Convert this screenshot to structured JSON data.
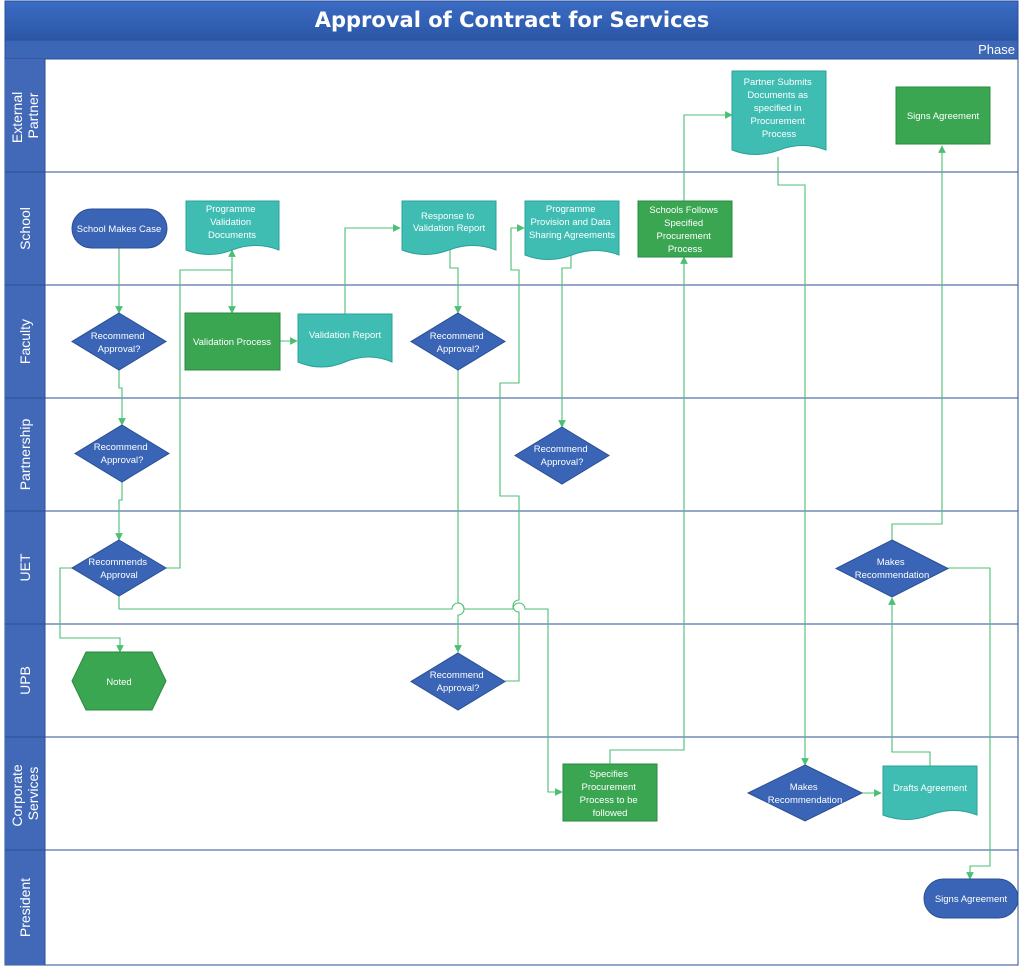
{
  "title": "Approval of Contract for Services",
  "phase_label": "Phase",
  "lanes": [
    {
      "id": "external",
      "label": "External Partner"
    },
    {
      "id": "school",
      "label": "School"
    },
    {
      "id": "faculty",
      "label": "Faculty"
    },
    {
      "id": "partnership",
      "label": "Partnership"
    },
    {
      "id": "uet",
      "label": "UET"
    },
    {
      "id": "upb",
      "label": "UPB"
    },
    {
      "id": "corporate",
      "label": "Corporate Services"
    },
    {
      "id": "president",
      "label": "President"
    }
  ],
  "nodes": [
    {
      "id": "school-makes-case",
      "shape": "terminator",
      "text": "School Makes Case"
    },
    {
      "id": "programme-validation-documents",
      "shape": "document",
      "text": "Programme Validation Documents"
    },
    {
      "id": "validation-process",
      "shape": "process",
      "text": "Validation Process"
    },
    {
      "id": "validation-report",
      "shape": "document",
      "text": "Validation Report"
    },
    {
      "id": "response-to-validation-report",
      "shape": "document",
      "text": "Response to Validation Report"
    },
    {
      "id": "programme-provision-agreements",
      "shape": "document",
      "text": "Programme Provision and Data Sharing Agreements"
    },
    {
      "id": "schools-follows-procurement",
      "shape": "process",
      "text": "Schools Follows Specified Procurement Process"
    },
    {
      "id": "partner-submits-documents",
      "shape": "document",
      "text": "Partner Submits Documents as specified in Procurement Process"
    },
    {
      "id": "partner-signs-agreement",
      "shape": "process",
      "text": "Signs Agreement"
    },
    {
      "id": "faculty-recommend-approval-1",
      "shape": "decision",
      "text": "Recommend Approval?"
    },
    {
      "id": "faculty-recommend-approval-2",
      "shape": "decision",
      "text": "Recommend Approval?"
    },
    {
      "id": "partnership-recommend-approval-1",
      "shape": "decision",
      "text": "Recommend Approval?"
    },
    {
      "id": "partnership-recommend-approval-2",
      "shape": "decision",
      "text": "Recommend Approval?"
    },
    {
      "id": "uet-recommends-approval",
      "shape": "decision",
      "text": "Recommends Approval"
    },
    {
      "id": "uet-makes-recommendation",
      "shape": "decision",
      "text": "Makes Recommendation"
    },
    {
      "id": "noted",
      "shape": "preparation",
      "text": "Noted"
    },
    {
      "id": "upb-recommend-approval",
      "shape": "decision",
      "text": "Recommend Approval?"
    },
    {
      "id": "specifies-procurement-process",
      "shape": "process",
      "text": "Specifies Procurement Process to be followed"
    },
    {
      "id": "corporate-makes-recommendation",
      "shape": "decision",
      "text": "Makes Recommendation"
    },
    {
      "id": "drafts-agreement",
      "shape": "document",
      "text": "Drafts Agreement"
    },
    {
      "id": "president-signs-agreement",
      "shape": "terminator",
      "text": "Signs Agreement"
    }
  ],
  "colors": {
    "header": "#2f5eb0",
    "lane_header": "#4169b7",
    "decision": "#3a64b5",
    "process": "#3aa652",
    "document": "#3fbdb3",
    "connector": "#4cbf74"
  }
}
